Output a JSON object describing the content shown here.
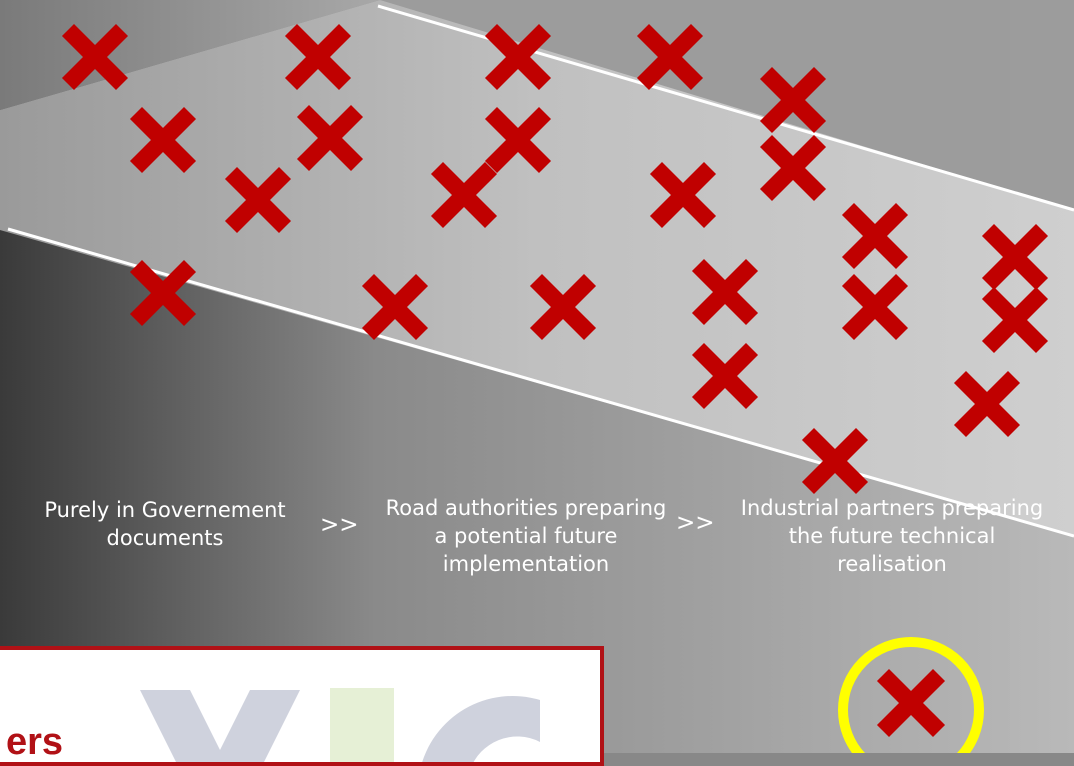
{
  "colors": {
    "cross": "#c00000",
    "band_line": "#ffffff",
    "highlight": "#ffff00",
    "callout_border": "#b11116",
    "watermark_gray": "#cfd2dd",
    "watermark_green": "#e6f0d6"
  },
  "icons": {
    "marker": "cross-icon",
    "highlight": "circle-highlight"
  },
  "stages": [
    {
      "label": "Purely in Governement documents"
    },
    {
      "label": "Road authorities preparing a potential future implementation"
    },
    {
      "label": "Industrial partners preparing the future technical realisation"
    }
  ],
  "separators": [
    ">>",
    ">>"
  ],
  "callout": {
    "partial_text": "ers"
  }
}
